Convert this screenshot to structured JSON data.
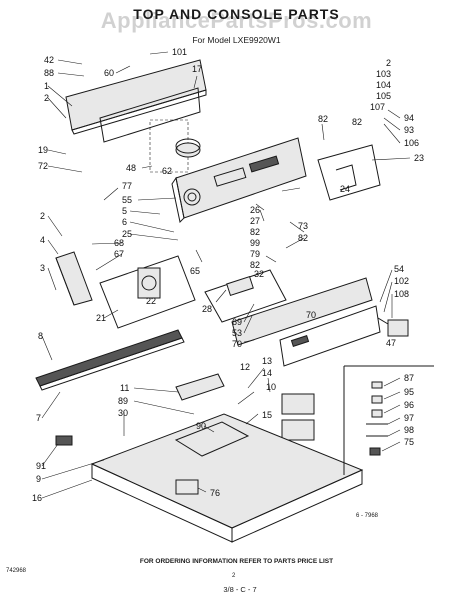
{
  "header": {
    "title": "TOP AND CONSOLE PARTS",
    "model": "For Model LXE9920W1",
    "watermark": "AppliancePartsPros.com"
  },
  "footer": {
    "ordering_note": "FOR ORDERING INFORMATION REFER TO PARTS PRICE LIST",
    "ref_code": "742968",
    "page_number": "2",
    "sheet_code": "3/8 - C - 7",
    "diagram_code": "6 - 7968"
  },
  "callouts": [
    "42",
    "88",
    "1",
    "2",
    "19",
    "72",
    "77",
    "55",
    "5",
    "2",
    "4",
    "3",
    "6",
    "25",
    "68",
    "67",
    "21",
    "22",
    "8",
    "7",
    "11",
    "89",
    "30",
    "91",
    "9",
    "16",
    "101",
    "60",
    "17",
    "48",
    "62",
    "82",
    "26",
    "27",
    "82",
    "99",
    "79",
    "82",
    "65",
    "32",
    "73",
    "82",
    "28",
    "69",
    "53",
    "70",
    "70",
    "54",
    "102",
    "108",
    "47",
    "2",
    "103",
    "104",
    "105",
    "107",
    "94",
    "93",
    "106",
    "82",
    "23",
    "24",
    "12",
    "13",
    "14",
    "10",
    "15",
    "90",
    "76",
    "87",
    "95",
    "96",
    "97",
    "98",
    "75"
  ],
  "colors": {
    "ink": "#1a1a1a",
    "paper": "#ffffff",
    "watermark": "rgba(0,0,0,0.18)"
  }
}
